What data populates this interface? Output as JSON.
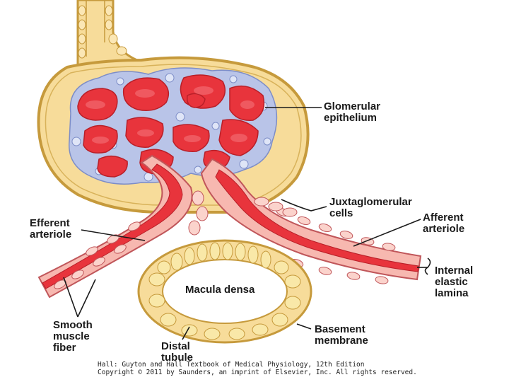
{
  "labels": {
    "glomerular_epithelium": [
      "Glomerular",
      "epithelium"
    ],
    "juxtaglomerular_cells": [
      "Juxtaglomerular",
      "cells"
    ],
    "afferent_arteriole": [
      "Afferent",
      "arteriole"
    ],
    "efferent_arteriole": [
      "Efferent",
      "arteriole"
    ],
    "internal_elastic_lamina": [
      "Internal",
      "elastic",
      "lamina"
    ],
    "macula_densa": "Macula densa",
    "basement_membrane": [
      "Basement",
      "membrane"
    ],
    "smooth_muscle_fiber": [
      "Smooth",
      "muscle",
      "fiber"
    ],
    "distal_tubule": [
      "Distal",
      "tubule"
    ]
  },
  "credit": [
    "Hall: Guyton and Hall Textbook of Medical Physiology, 12th Edition",
    "Copyright © 2011 by Saunders, an imprint of Elsevier, Inc. All rights reserved."
  ],
  "colors": {
    "capsule_fill": "#f7dc9a",
    "capsule_outline": "#c69a3c",
    "blood": "#e8343c",
    "vessel_wall": "#f7b8b0",
    "epithelium": "#b9c4e8",
    "tubule_cells": "#f9e8a8",
    "label_lines": "#1a1a1a"
  }
}
